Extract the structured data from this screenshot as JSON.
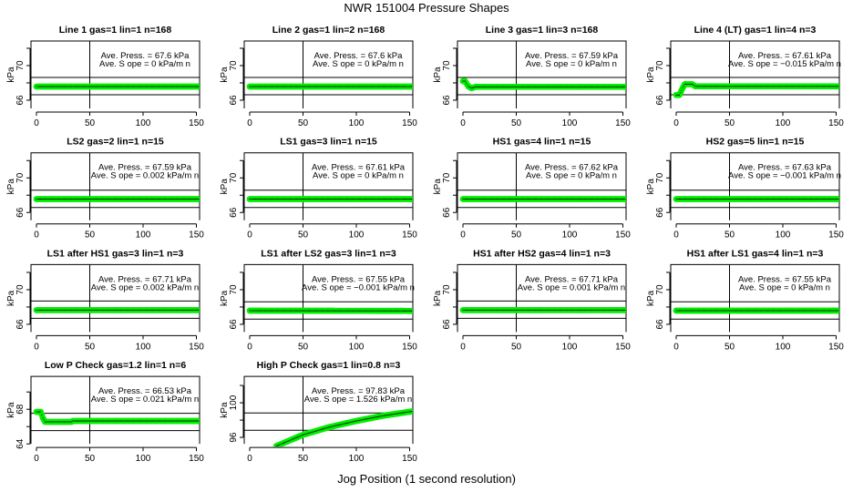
{
  "chart_data": {
    "type": "scatter",
    "title": "NWR  151004  Pressure Shapes",
    "xlabel": "Jog Position (1 second resolution)",
    "xlim": [
      0,
      152
    ],
    "xticks": [
      0,
      50,
      100,
      150
    ],
    "colors": {
      "marker": "#00ee00",
      "marker_core": "#000000",
      "lines": "#000000"
    },
    "panels": [
      {
        "title": "Line 1 gas=1 lin=1 n=168",
        "ylabel": "kPa",
        "ave_press": "Ave. Press. =  67.6  kPa",
        "ave_slope": "Ave. S ope =  0  kPa/m n",
        "ymax": 72.84,
        "yticks": [
          66,
          68,
          70,
          72
        ],
        "ylabels": [
          "66",
          "70"
        ],
        "hlines": [
          68.63,
          66.63
        ],
        "vline": 50,
        "points": [
          [
            0,
            67.58
          ],
          [
            152,
            67.58
          ]
        ]
      },
      {
        "title": "Line 2 gas=1 lin=2 n=168",
        "ylabel": "kPa",
        "ave_press": "Ave. Press. =  67.6  kPa",
        "ave_slope": "Ave. S ope =  0  kPa/m n",
        "ymax": 72.84,
        "yticks": [
          66,
          68,
          70,
          72
        ],
        "ylabels": [
          "66",
          "70"
        ],
        "hlines": [
          68.63,
          66.63
        ],
        "vline": 50,
        "points": [
          [
            0,
            67.58
          ],
          [
            152,
            67.58
          ]
        ]
      },
      {
        "title": "Line 3 gas=1 lin=3 n=168",
        "ylabel": "kPa",
        "ave_press": "Ave. Press. =  67.59  kPa",
        "ave_slope": "Ave. S ope =  0  kPa/m n",
        "ymax": 72.84,
        "yticks": [
          66,
          68,
          70,
          72
        ],
        "ylabels": [
          "66",
          "70"
        ],
        "hlines": [
          68.63,
          66.63
        ],
        "vline": 50,
        "points": [
          [
            0,
            68.2
          ],
          [
            2,
            68.2
          ],
          [
            5,
            67.6
          ],
          [
            8,
            67.4
          ],
          [
            12,
            67.55
          ],
          [
            152,
            67.55
          ]
        ]
      },
      {
        "title": "Line 4 (LT) gas=1 lin=4 n=3",
        "ylabel": "kPa",
        "ave_press": "Ave. Press. =  67.61  kPa",
        "ave_slope": "Ave. S ope =  −0.015  kPa/m n",
        "ymax": 72.84,
        "yticks": [
          66,
          68,
          70,
          72
        ],
        "ylabels": [
          "66",
          "70"
        ],
        "hlines": [
          68.63,
          66.63
        ],
        "vline": 50,
        "points": [
          [
            0,
            66.6
          ],
          [
            3,
            66.6
          ],
          [
            6,
            67.4
          ],
          [
            8,
            67.85
          ],
          [
            15,
            67.85
          ],
          [
            18,
            67.6
          ],
          [
            152,
            67.6
          ]
        ]
      },
      {
        "title": "LS2 gas=2 lin=1 n=15",
        "ylabel": "kPa",
        "ave_press": "Ave. Press. =  67.59  kPa",
        "ave_slope": "Ave. S ope =  0.002  kPa/m n",
        "ymax": 72.9,
        "yticks": [
          66,
          68,
          70,
          72
        ],
        "ylabels": [
          "66",
          "70"
        ],
        "hlines": [
          68.58,
          66.58
        ],
        "vline": 50,
        "points": [
          [
            0,
            67.55
          ],
          [
            152,
            67.55
          ]
        ]
      },
      {
        "title": "LS1 gas=3 lin=1 n=15",
        "ylabel": "kPa",
        "ave_press": "Ave. Press. =  67.61  kPa",
        "ave_slope": "Ave. S ope =  0  kPa/m n",
        "ymax": 72.9,
        "yticks": [
          66,
          68,
          70,
          72
        ],
        "ylabels": [
          "66",
          "70"
        ],
        "hlines": [
          68.58,
          66.58
        ],
        "vline": 50,
        "points": [
          [
            0,
            67.55
          ],
          [
            152,
            67.55
          ]
        ]
      },
      {
        "title": "HS1 gas=4 lin=1 n=15",
        "ylabel": "kPa",
        "ave_press": "Ave. Press. =  67.62  kPa",
        "ave_slope": "Ave. S ope =  0  kPa/m n",
        "ymax": 72.9,
        "yticks": [
          66,
          68,
          70,
          72
        ],
        "ylabels": [
          "66",
          "70"
        ],
        "hlines": [
          68.58,
          66.58
        ],
        "vline": 50,
        "points": [
          [
            0,
            67.55
          ],
          [
            152,
            67.55
          ]
        ]
      },
      {
        "title": "HS2 gas=5 lin=1 n=15",
        "ylabel": "kPa",
        "ave_press": "Ave. Press. =  67.63  kPa",
        "ave_slope": "Ave. S ope =  −0.001  kPa/m n",
        "ymax": 72.9,
        "yticks": [
          66,
          68,
          70,
          72
        ],
        "ylabels": [
          "66",
          "70"
        ],
        "hlines": [
          68.58,
          66.58
        ],
        "vline": 50,
        "points": [
          [
            0,
            67.55
          ],
          [
            152,
            67.55
          ]
        ]
      },
      {
        "title": "LS1 after HS1 gas=3 lin=1 n=3",
        "ylabel": "kPa",
        "ave_press": "Ave. Press. =  67.71  kPa",
        "ave_slope": "Ave. S ope =  0.002  kPa/m n",
        "ymax": 72.9,
        "yticks": [
          66,
          68,
          70,
          72
        ],
        "ylabels": [
          "66",
          "70"
        ],
        "hlines": [
          68.69,
          66.69
        ],
        "vline": 50,
        "points": [
          [
            0,
            67.64
          ],
          [
            152,
            67.64
          ]
        ]
      },
      {
        "title": "LS1 after LS2 gas=3 lin=1 n=3",
        "ylabel": "kPa",
        "ave_press": "Ave. Press. =  67.55  kPa",
        "ave_slope": "Ave. S ope =  −0.001  kPa/m n",
        "ymax": 72.9,
        "yticks": [
          66,
          68,
          70,
          72
        ],
        "ylabels": [
          "66",
          "70"
        ],
        "hlines": [
          68.6,
          66.6
        ],
        "vline": 50,
        "points": [
          [
            0,
            67.58
          ],
          [
            152,
            67.55
          ]
        ]
      },
      {
        "title": "HS1 after HS2 gas=4 lin=1 n=3",
        "ylabel": "kPa",
        "ave_press": "Ave. Press. =  67.71  kPa",
        "ave_slope": "Ave. S ope =  0.001  kPa/m n",
        "ymax": 72.9,
        "yticks": [
          66,
          68,
          70,
          72
        ],
        "ylabels": [
          "66",
          "70"
        ],
        "hlines": [
          68.69,
          66.69
        ],
        "vline": 50,
        "points": [
          [
            0,
            67.64
          ],
          [
            152,
            67.64
          ]
        ]
      },
      {
        "title": "HS1 after LS1 gas=4 lin=1 n=3",
        "ylabel": "kPa",
        "ave_press": "Ave. Press. =  67.55  kPa",
        "ave_slope": "Ave. S ope =  0  kPa/m n",
        "ymax": 72.9,
        "yticks": [
          66,
          68,
          70,
          72
        ],
        "ylabels": [
          "66",
          "70"
        ],
        "hlines": [
          68.6,
          66.6
        ],
        "vline": 50,
        "points": [
          [
            0,
            67.58
          ],
          [
            152,
            67.58
          ]
        ]
      },
      {
        "title": "Low P Check gas=1.2 lin=1 n=6",
        "ylabel": "kPa",
        "ave_press": "Ave. Press. =  66.53  kPa",
        "ave_slope": "Ave. S ope =  0.021  kPa/m n",
        "ymax": 71.8,
        "yticks": [
          64,
          66,
          68,
          70
        ],
        "ylabels": [
          "64",
          "68"
        ],
        "hlines": [
          67.53,
          65.53
        ],
        "vline": 50,
        "points": [
          [
            0,
            67.7
          ],
          [
            4,
            67.7
          ],
          [
            6,
            67.0
          ],
          [
            8,
            66.55
          ],
          [
            33,
            66.55
          ],
          [
            34,
            66.65
          ],
          [
            152,
            66.65
          ]
        ]
      },
      {
        "title": "High P Check gas=1 lin=0.8 n=3",
        "ylabel": "kPa",
        "ave_press": "Ave. Press. =  97.83  kPa",
        "ave_slope": "Ave. S ope =  1.526  kPa/m n",
        "ymax": 103.05,
        "yticks": [
          96,
          98,
          100,
          102
        ],
        "ylabels": [
          "96",
          "100"
        ],
        "hlines": [
          98.83,
          96.83
        ],
        "vline": 50,
        "points": [
          [
            25,
            95.0
          ],
          [
            50,
            96.3
          ],
          [
            75,
            97.2
          ],
          [
            100,
            97.9
          ],
          [
            125,
            98.5
          ],
          [
            152,
            99.0
          ]
        ]
      }
    ]
  }
}
